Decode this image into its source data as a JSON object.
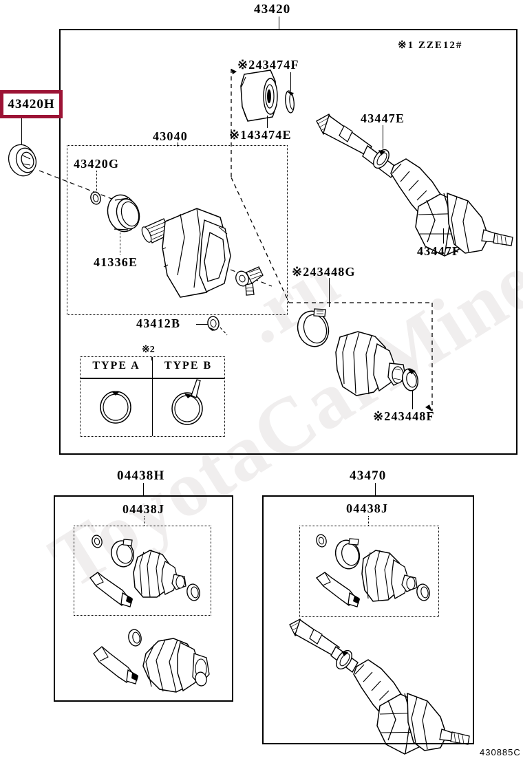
{
  "diagram": {
    "code": "430885C",
    "watermark_line1": "ToyotaCarMiner",
    "watermark_line2": ".ru"
  },
  "highlight": {
    "part_number": "43420H",
    "border_color": "#9c1335",
    "text_color": "#000000"
  },
  "main_assembly": {
    "title": "43420",
    "note_top_right": "※1  ZZE12#",
    "labels": {
      "inner_box_title": "43040",
      "clip_43420G": "43420G",
      "boot_41336E": "41336E",
      "snapring_43412B": "43412B",
      "damper_43474F": "※243474F",
      "damper_43474E": "※143474E",
      "clamp_43447E": "43447E",
      "joint_43447F": "43447F",
      "clamp_43448G": "※243448G",
      "clamp_43448F": "※243448F"
    },
    "type_table": {
      "note": "※2",
      "columns": [
        "TYPE  A",
        "TYPE  B"
      ]
    }
  },
  "kit_left": {
    "outer_title": "04438H",
    "inner_title": "04438J"
  },
  "kit_right": {
    "outer_title": "43470",
    "inner_title": "04438J"
  }
}
